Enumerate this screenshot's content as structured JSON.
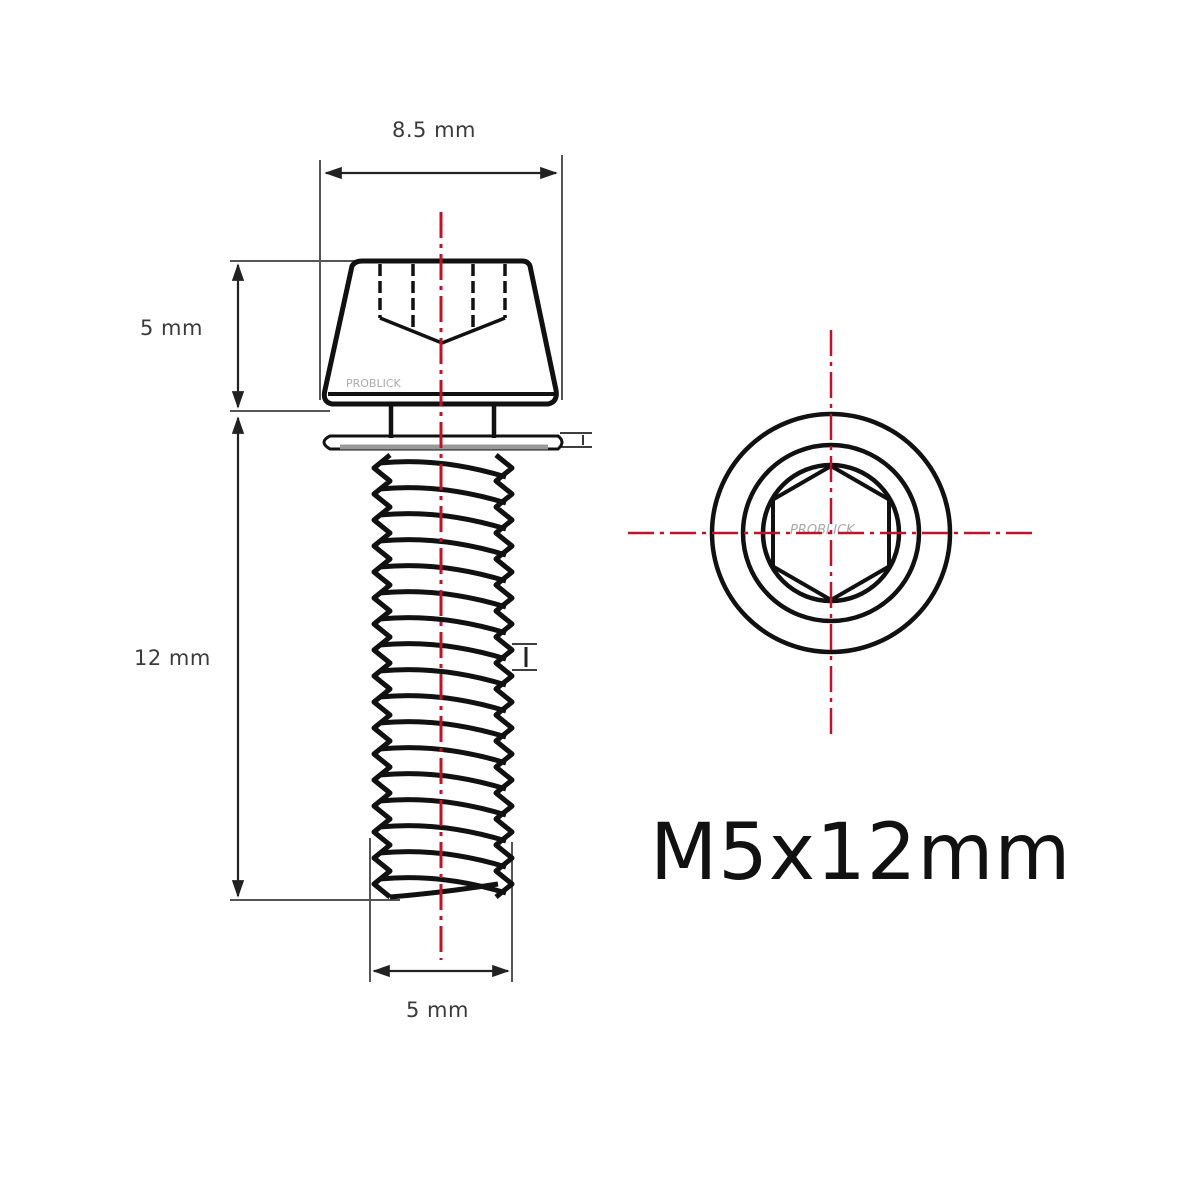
{
  "title": "M5x12mm",
  "dimensions": {
    "head_width": "8.5 mm",
    "head_height": "5 mm",
    "thread_length": "12 mm",
    "thread_diameter": "5 mm"
  },
  "watermark": "PROBLICK",
  "colors": {
    "outline": "#111111",
    "centerline": "#c0132a",
    "dimension_line": "#333333",
    "label": "#3a3a3a"
  }
}
